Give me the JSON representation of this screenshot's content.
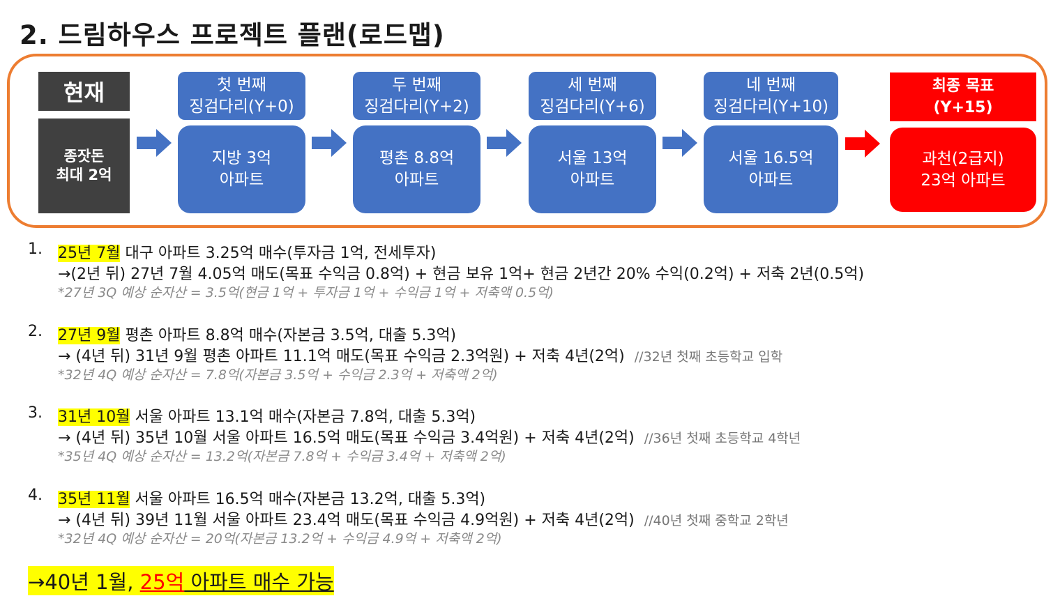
{
  "title": "2. 드림하우스 프로젝트 플랜(로드맵)",
  "colors": {
    "border": "#ed7d31",
    "dark": "#404040",
    "blue": "#4472c4",
    "red": "#ff0000",
    "highlight": "#ffff00"
  },
  "roadmap": {
    "current": {
      "header": "현재",
      "body_line1": "종잣돈",
      "body_line2": "최대 2억"
    },
    "steps": [
      {
        "header_line1": "첫 번째",
        "header_line2": "징검다리(Y+0)",
        "body_line1": "지방 3억",
        "body_line2": "아파트"
      },
      {
        "header_line1": "두 번째",
        "header_line2": "징검다리(Y+2)",
        "body_line1": "평촌 8.8억",
        "body_line2": "아파트"
      },
      {
        "header_line1": "세 번째",
        "header_line2": "징검다리(Y+6)",
        "body_line1": "서울 13억",
        "body_line2": "아파트"
      },
      {
        "header_line1": "네 번째",
        "header_line2": "징검다리(Y+10)",
        "body_line1": "서울 16.5억",
        "body_line2": "아파트"
      }
    ],
    "goal": {
      "header_line1": "최종 목표",
      "header_line2": "(Y+15)",
      "body_line1": "과천(2급지)",
      "body_line2": "23억 아파트"
    }
  },
  "plan": [
    {
      "num": "1.",
      "date": "25년 7월",
      "main": " 대구 아파트 3.25억 매수(투자금 1억, 전세투자)",
      "detail": "→(2년 뒤) 27년 7월 4.05억 매도(목표 수익금 0.8억) + 현금 보유 1억+ 현금 2년간 20% 수익(0.2억) + 저축 2년(0.5억)",
      "note": "",
      "sub": "*27년 3Q 예상 순자산 = 3.5억(현금 1억 + 투자금 1억 + 수익금 1억 + 저축액 0.5억)"
    },
    {
      "num": "2.",
      "date": "27년 9월",
      "main": " 평촌 아파트 8.8억 매수(자본금 3.5억, 대출 5.3억)",
      "detail": "→ (4년 뒤) 31년 9월 평촌 아파트 11.1억 매도(목표 수익금 2.3억원) + 저축 4년(2억)",
      "note": "//32년 첫째 초등학교 입학",
      "sub": "*32년 4Q 예상 순자산 = 7.8억(자본금 3.5억 + 수익금 2.3억 + 저축액 2억)"
    },
    {
      "num": "3.",
      "date": "31년 10월",
      "main": " 서울 아파트 13.1억 매수(자본금 7.8억, 대출 5.3억)",
      "detail": "→ (4년 뒤) 35년 10월 서울 아파트 16.5억 매도(목표 수익금 3.4억원) + 저축 4년(2억)",
      "note": "//36년 첫째 초등학교 4학년",
      "sub": "*35년 4Q 예상 순자산 = 13.2억(자본금 7.8억 + 수익금 3.4억 + 저축액 2억)"
    },
    {
      "num": "4.",
      "date": "35년 11월",
      "main": " 서울 아파트 16.5억 매수(자본금 13.2억, 대출 5.3억)",
      "detail": "→ (4년 뒤) 39년 11월 서울 아파트 23.4억 매도(목표 수익금 4.9억원) + 저축 4년(2억)",
      "note": "//40년 첫째 중학교 2학년",
      "sub": "*32년 4Q 예상 순자산 = 20억(자본금 13.2억 + 수익금 4.9억 + 저축액 2억)"
    }
  ],
  "final": {
    "prefix": "→40년 1월, ",
    "amount": "25억",
    "suffix": " 아파트 매수 가능"
  }
}
